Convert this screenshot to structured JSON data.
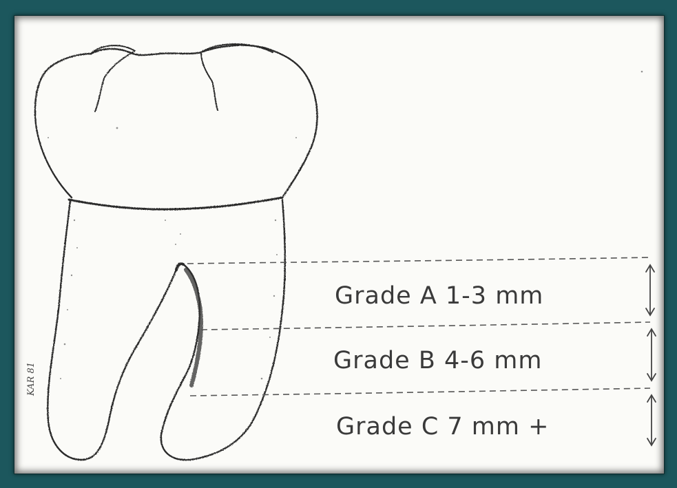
{
  "figure": {
    "signature": "KAR 81",
    "grades": [
      {
        "label": "Grade A 1-3 mm"
      },
      {
        "label": "Grade B 4-6 mm"
      },
      {
        "label": "Grade C 7 mm +"
      }
    ]
  },
  "colors": {
    "frame": "#1c575d",
    "paper": "#fbfbf8",
    "ink": "#2a2a2a"
  }
}
